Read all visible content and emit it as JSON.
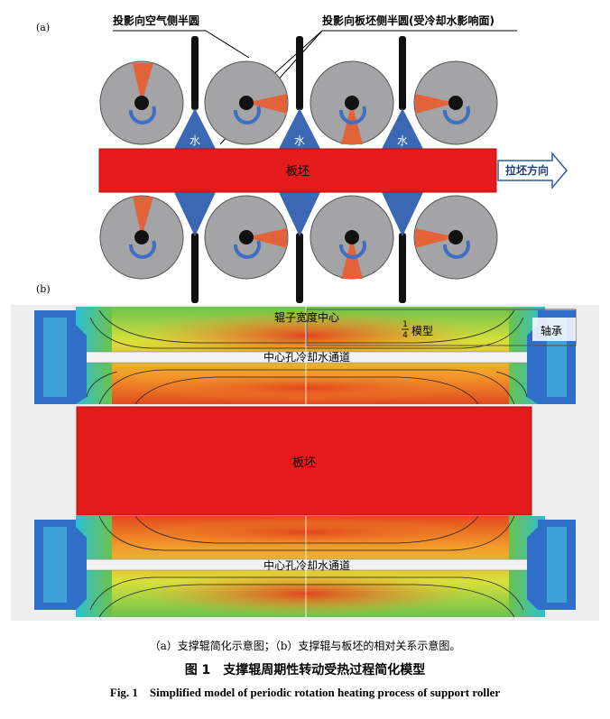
{
  "panel_a": {
    "tag": "(a)",
    "callout_air": "投影向空气侧半圆",
    "callout_slab": "投影向板坯侧半圆(受冷却水影响面)",
    "water": "水",
    "slab": "板坯",
    "direction": "拉坯方向"
  },
  "panel_b": {
    "tag": "(b)",
    "roller_center": "辊子宽度中心",
    "quarter_num": "1",
    "quarter_den": "4",
    "quarter_model": "模型",
    "bearing": "轴承",
    "channel_top": "中心孔冷却水通道",
    "slab": "板坯",
    "channel_bottom": "中心孔冷却水通道"
  },
  "colors": {
    "roller": "#a4a3a5",
    "slab": "#e31b1b",
    "water": "#3b67b3",
    "sector": "#e2623a",
    "arrow": "#3d6fc2"
  },
  "caption": {
    "sub": "（a）支撑辊简化示意图；（b）支撑辊与板坯的相对关系示意图。",
    "cn": "图 1　支撑辊周期性转动受热过程简化模型",
    "en": "Fig. 1　Simplified model of periodic rotation heating process of support roller"
  }
}
